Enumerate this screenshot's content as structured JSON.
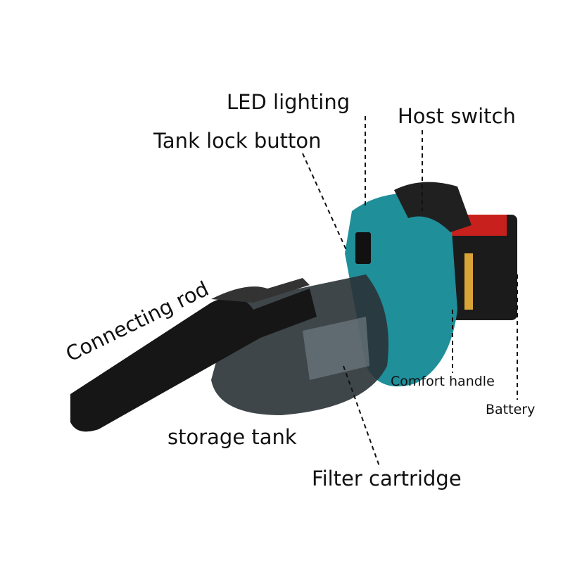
{
  "labels": {
    "led_lighting": "LED lighting",
    "host_switch": "Host switch",
    "tank_lock_button": "Tank lock button",
    "connecting_rod": "Connecting rod",
    "comfort_handle": "Comfort handle",
    "battery": "Battery",
    "storage_tank": "storage tank",
    "filter_cartridge": "Filter cartridge"
  },
  "colors": {
    "body_teal": "#1f8f9a",
    "nozzle_black": "#1a1a1a",
    "battery_red": "#c8201c"
  }
}
